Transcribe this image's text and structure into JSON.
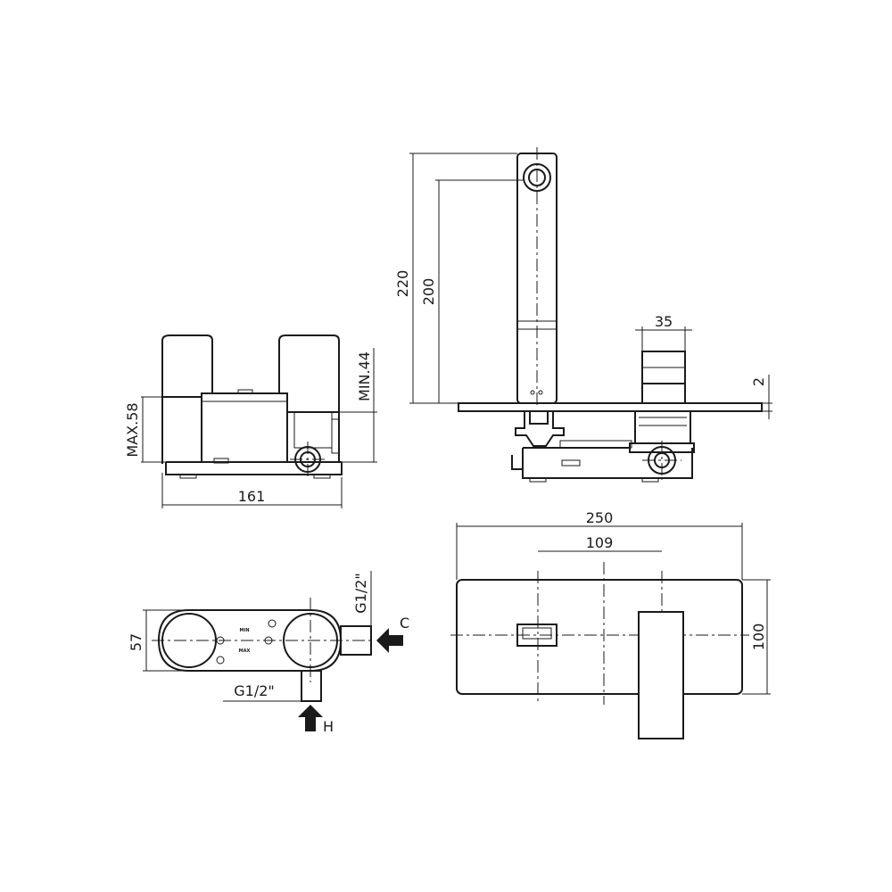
{
  "diagram": {
    "front_view": {
      "width_label": "161",
      "max_depth_label": "MAX.58",
      "min_depth_label": "MIN.44"
    },
    "side_view": {
      "height_outer_label": "220",
      "height_inner_label": "200",
      "handle_width_label": "35",
      "plate_thickness_label": "2"
    },
    "top_view": {
      "depth_label": "57",
      "inlet_cold_thread_label": "G1/2\"",
      "inlet_hot_thread_label": "G1/2\"",
      "cold_inlet_label": "C",
      "hot_inlet_label": "H",
      "min_mark": "MIN",
      "max_mark": "MAX"
    },
    "plate_view": {
      "plate_width_label": "250",
      "spacing_label": "109",
      "plate_height_label": "100"
    },
    "colors": {
      "line": "#1a1a1a",
      "background": "#ffffff"
    }
  }
}
